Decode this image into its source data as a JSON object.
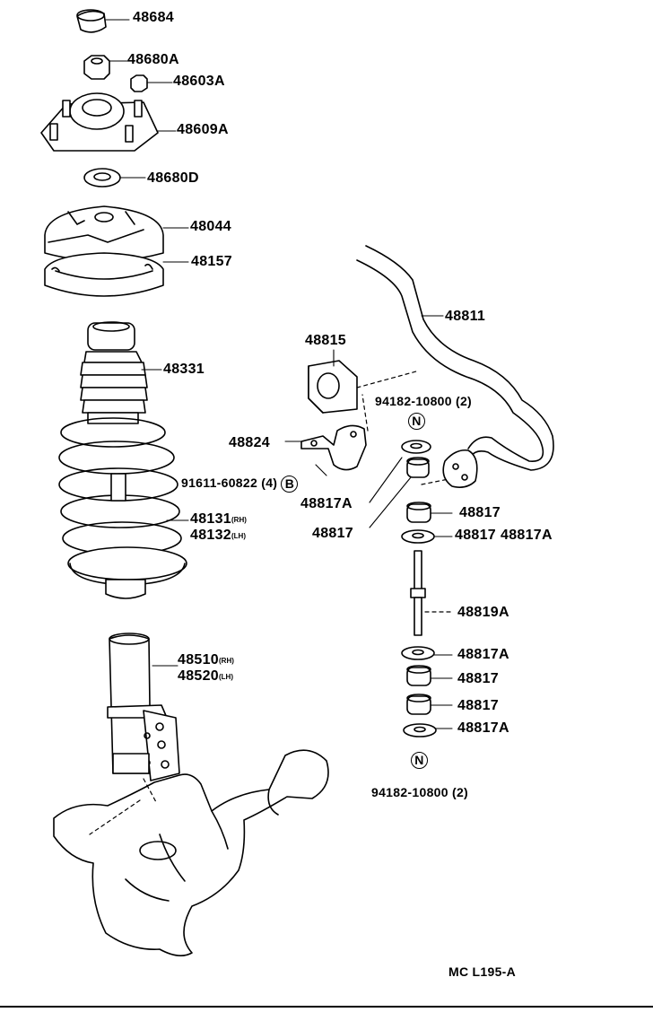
{
  "diagram": {
    "parts": [
      {
        "id": "p1",
        "label": "48684"
      },
      {
        "id": "p2",
        "label": "48680A"
      },
      {
        "id": "p3",
        "label": "48603A"
      },
      {
        "id": "p4",
        "label": "48609A"
      },
      {
        "id": "p5",
        "label": "48680D"
      },
      {
        "id": "p6",
        "label": "48044"
      },
      {
        "id": "p7",
        "label": "48157"
      },
      {
        "id": "p8",
        "label": "48811"
      },
      {
        "id": "p9",
        "label": "48815"
      },
      {
        "id": "p10",
        "label": "48331"
      },
      {
        "id": "p11",
        "label": "94182-10800 (2)",
        "code": "N"
      },
      {
        "id": "p12",
        "label": "48824"
      },
      {
        "id": "p13",
        "label": "91611-60822 (4)",
        "code": "B"
      },
      {
        "id": "p14",
        "label": "48817A"
      },
      {
        "id": "p15",
        "label": "48817"
      },
      {
        "id": "p16",
        "label": "48131",
        "suffix": "(RH)"
      },
      {
        "id": "p17",
        "label": "48132",
        "suffix": "(LH)"
      },
      {
        "id": "p18",
        "label": "48817"
      },
      {
        "id": "p19",
        "label": "48817"
      },
      {
        "id": "p20",
        "label": "48817A"
      },
      {
        "id": "p21",
        "label": "48819A"
      },
      {
        "id": "p22",
        "label": "48510",
        "suffix": "(RH)"
      },
      {
        "id": "p23",
        "label": "48520",
        "suffix": "(LH)"
      },
      {
        "id": "p24",
        "label": "48817A"
      },
      {
        "id": "p25",
        "label": "48817"
      },
      {
        "id": "p26",
        "label": "48817"
      },
      {
        "id": "p27",
        "label": "48817A"
      },
      {
        "id": "p28",
        "code": "N"
      },
      {
        "id": "p29",
        "label": "94182-10800 (2)"
      }
    ],
    "figure_code": "MC  L195-A"
  }
}
